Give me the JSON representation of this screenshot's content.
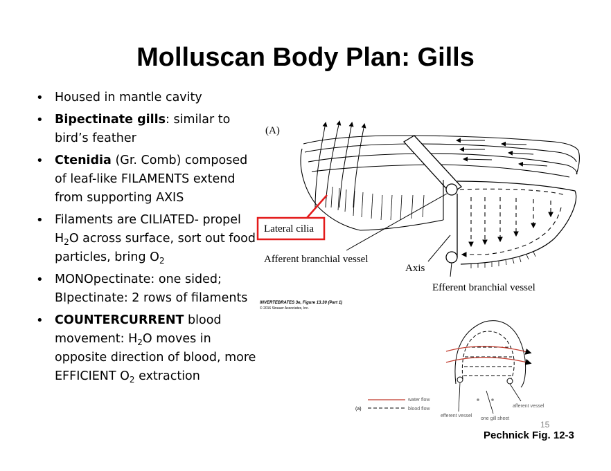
{
  "title": "Molluscan Body Plan: Gills",
  "bullets": [
    {
      "parts": [
        {
          "t": "Housed in mantle cavity"
        }
      ]
    },
    {
      "parts": [
        {
          "t": "Bipectinate gills",
          "b": true
        },
        {
          "t": ": similar to bird’s feather"
        }
      ]
    },
    {
      "parts": [
        {
          "t": "Ctenidia",
          "b": true
        },
        {
          "t": " (Gr. Comb) composed of leaf-like FILAMENTS extend from supporting AXIS"
        }
      ]
    },
    {
      "parts": [
        {
          "t": "Filaments are CILIATED- propel H"
        },
        {
          "t": "2",
          "sub": true
        },
        {
          "t": "O across surface, sort out food particles, bring O"
        },
        {
          "t": "2",
          "sub": true
        }
      ]
    },
    {
      "parts": [
        {
          "t": "MONOpectinate: one sided; BIpectinate: 2 rows of filaments"
        }
      ]
    },
    {
      "parts": [
        {
          "t": "COUNTERCURRENT",
          "b": true
        },
        {
          "t": " blood movement: H"
        },
        {
          "t": "2",
          "sub": true
        },
        {
          "t": "O moves in opposite direction of blood, more EFFICIENT O"
        },
        {
          "t": "2",
          "sub": true
        },
        {
          "t": " extraction"
        }
      ]
    }
  ],
  "figure_a": {
    "panel_label": "(A)",
    "labels": {
      "lateral_cilia": "Lateral cilia",
      "afferent": "Afferent branchial vessel",
      "axis": "Axis",
      "efferent": "Efferent branchial vessel"
    },
    "caption_line1": "INVERTEBRATES 3e, Figure 13.30 (Part 1)",
    "caption_line2": "© 2016 Sinauer Associates, Inc."
  },
  "figure_b": {
    "panel_label": "(a)",
    "legend": {
      "water": "water flow",
      "blood": "blood flow"
    },
    "labels": {
      "afferent": "afferent vessel",
      "efferent": "efferent vessel",
      "sheet": "one gill sheet"
    },
    "colors": {
      "water": "#c0392b"
    }
  },
  "slide_number": "15",
  "credit": "Pechnick Fig. 12-3",
  "colors": {
    "highlight": "#e31b1b"
  }
}
